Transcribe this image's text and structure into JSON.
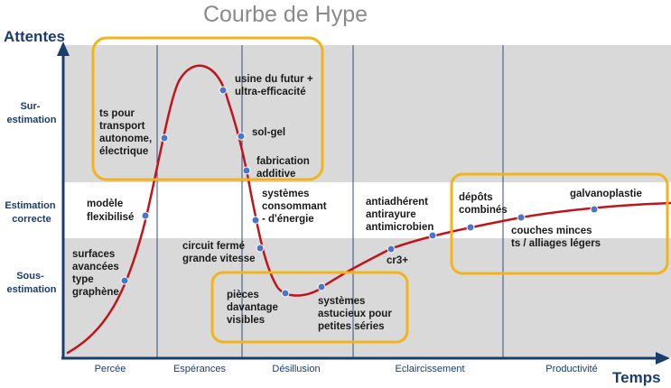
{
  "title": "Courbe de Hype",
  "axes": {
    "y_title": "Attentes",
    "x_title": "Temps"
  },
  "bands": [
    {
      "lines": [
        "Sur-",
        "estimation"
      ]
    },
    {
      "lines": [
        "Estimation",
        "correcte"
      ]
    },
    {
      "lines": [
        "Sous-",
        "estimation"
      ]
    }
  ],
  "phases": [
    "Percée",
    "Espérances",
    "Désillusion",
    "Eclaircissement",
    "Productivité"
  ],
  "technologies": [
    {
      "id": "surfaces",
      "lines": [
        "surfaces",
        "avancées",
        "type",
        "graphène"
      ]
    },
    {
      "id": "modele",
      "lines": [
        "modèle",
        "flexibilisé"
      ]
    },
    {
      "id": "transport",
      "lines": [
        "ts pour",
        "transport",
        "autonome,",
        "électrique"
      ]
    },
    {
      "id": "usine",
      "lines": [
        "usine du futur +",
        "ultra-efficacité"
      ]
    },
    {
      "id": "solgel",
      "lines": [
        "sol-gel"
      ]
    },
    {
      "id": "fabrication",
      "lines": [
        "fabrication",
        "additive"
      ]
    },
    {
      "id": "systemes-conso",
      "lines": [
        "systèmes",
        "consommant",
        "- d'énergie"
      ]
    },
    {
      "id": "circuit",
      "lines": [
        "circuit fermé",
        "grande vitesse"
      ]
    },
    {
      "id": "pieces",
      "lines": [
        "pièces",
        "davantage",
        "visibles"
      ]
    },
    {
      "id": "systemes-astucieux",
      "lines": [
        "systèmes",
        "astucieux pour",
        "petites séries"
      ]
    },
    {
      "id": "cr3",
      "lines": [
        "cr3+"
      ]
    },
    {
      "id": "antiadherent",
      "lines": [
        "antiadhérent",
        "antirayure",
        "antimicrobien"
      ]
    },
    {
      "id": "depots",
      "lines": [
        "dépôts",
        "combinés"
      ]
    },
    {
      "id": "couches",
      "lines": [
        "couches minces",
        "ts / alliages légers"
      ]
    },
    {
      "id": "galvano",
      "lines": [
        "galvanoplastie"
      ]
    }
  ],
  "colors": {
    "curve": "#c0141c",
    "dot": "#4a76c8",
    "highlight": "#f2b416",
    "band_gray": "#d9d9d9",
    "axis": "#1a3d6e",
    "divider": "#2f4f7f"
  }
}
